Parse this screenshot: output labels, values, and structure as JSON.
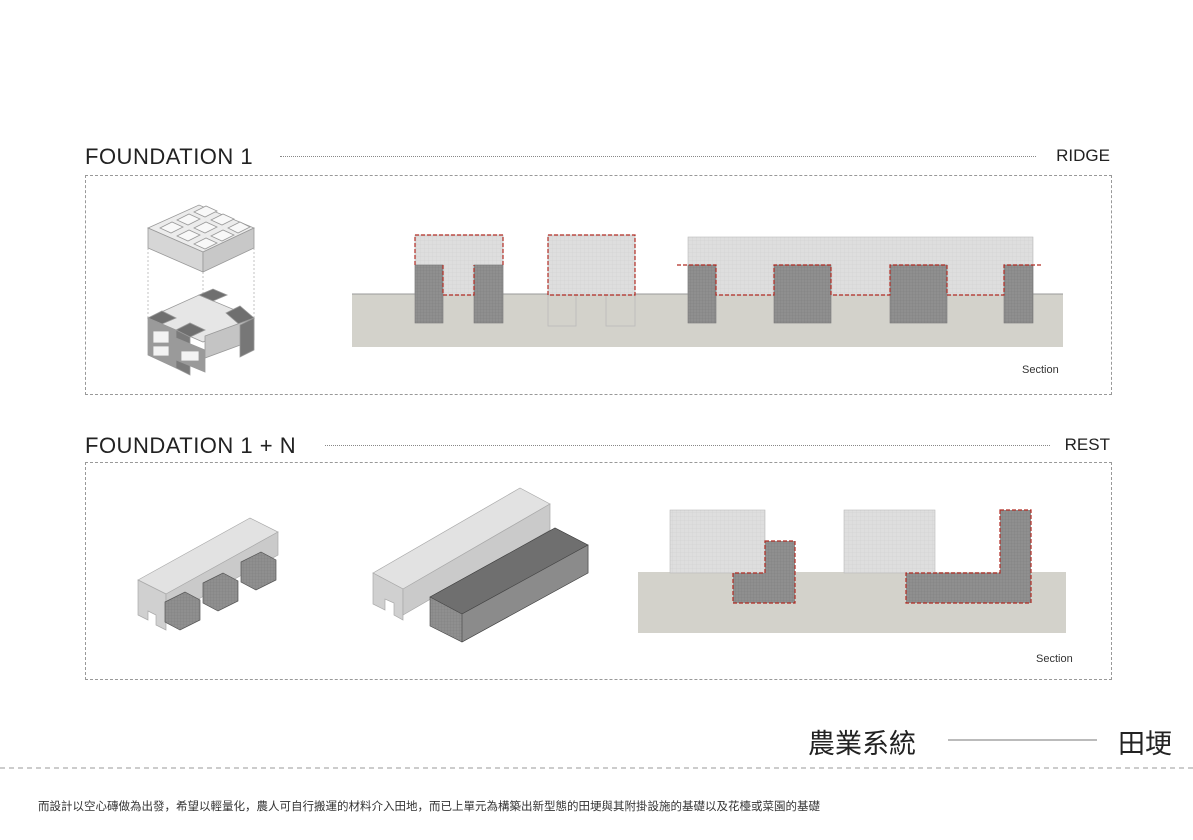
{
  "sections": [
    {
      "title": "FOUNDATION 1",
      "tag": "RIDGE",
      "section_label": "Section"
    },
    {
      "title": "FOUNDATION 1 + N",
      "tag": "REST",
      "section_label": "Section"
    }
  ],
  "footer": {
    "heading_left": "農業系統",
    "heading_right": "田埂",
    "description": "而設計以空心磚做為出發，希望以輕量化，農人可自行搬運的材料介入田地，而已上單元為構築出新型態的田埂與其附掛設施的基礎以及花檯或菜園的基礎"
  },
  "colors": {
    "ground": "#d3d2cb",
    "block_light": "#dcdcdc",
    "block_dark": "#8e8e8e",
    "accent_red": "#b02a22"
  }
}
